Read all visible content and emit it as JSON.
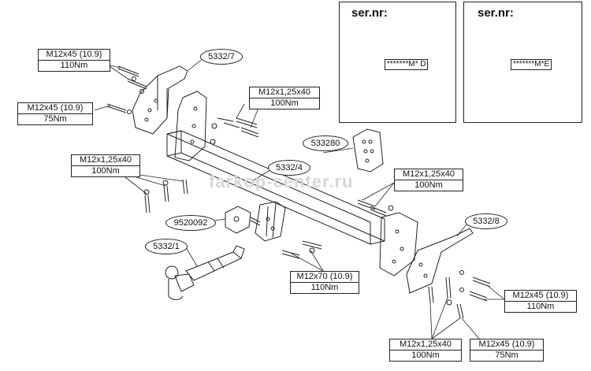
{
  "watermark": "farkop-center.ru",
  "serial_panels": [
    {
      "title": "ser.nr:",
      "code": "*******M* D"
    },
    {
      "title": "ser.nr:",
      "code": "*******M*E"
    }
  ],
  "part_numbers": {
    "bracket_left": "5332/7",
    "crossbar": "5332/4",
    "bracket_right": "5332/8",
    "plate": "533280",
    "socket_bracket": "9520092",
    "tow_ball": "5332/1"
  },
  "bolt_specs": {
    "top_left_a": {
      "size": "M12x45 (10.9)",
      "torque": "110Nm"
    },
    "top_left_b": {
      "size": "M12x45 (10.9)",
      "torque": "75Nm"
    },
    "top_center": {
      "size": "M12x1,25x40",
      "torque": "100Nm"
    },
    "mid_left": {
      "size": "M12x1,25x40",
      "torque": "100Nm"
    },
    "mid_right": {
      "size": "M12x1,25x40",
      "torque": "100Nm"
    },
    "center_bottom": {
      "size": "M12x70 (10.9)",
      "torque": "110Nm"
    },
    "right_a": {
      "size": "M12x45 (10.9)",
      "torque": "110Nm"
    },
    "bottom_center": {
      "size": "M12x1,25x40",
      "torque": "100Nm"
    },
    "bottom_right": {
      "size": "M12x45 (10.9)",
      "torque": "75Nm"
    }
  }
}
